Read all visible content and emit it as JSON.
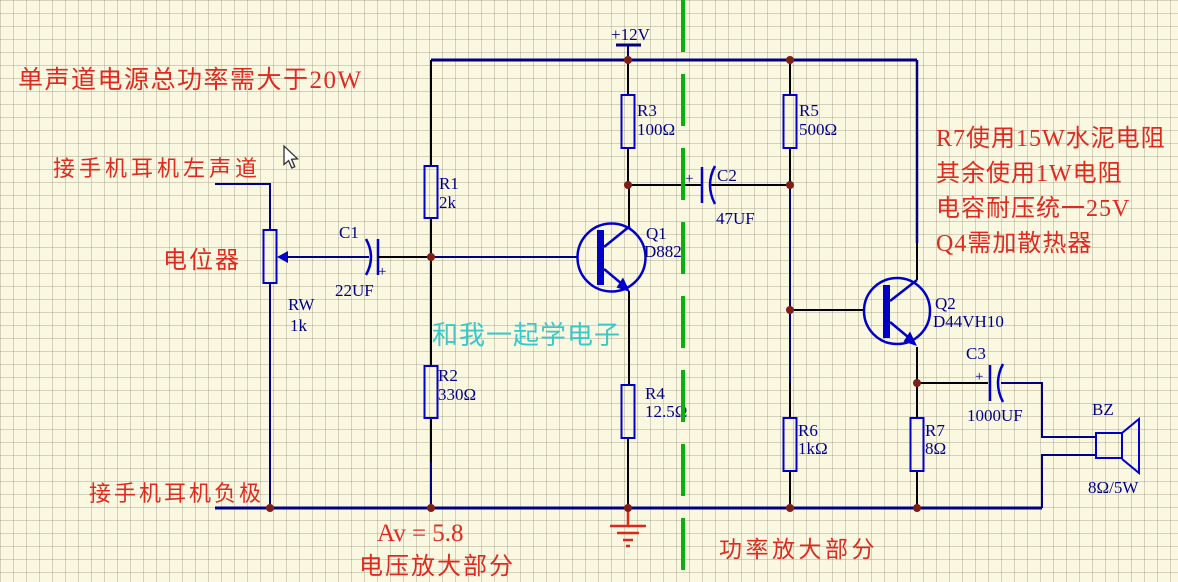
{
  "colors": {
    "background": "#FBF8E2",
    "grid_line": "#CFC9B4",
    "wire_navy": "#000082",
    "wire_black": "#000000",
    "symbol_blue": "#0000C8",
    "label_navy": "#00008B",
    "junction_dot": "#7E1E16",
    "annotation_red": "#DF2B1E",
    "ground_red": "#D8291B",
    "divider_green": "#0CB00C",
    "watermark_cyan": "#3AC8C8"
  },
  "power": {
    "flag": "+12V"
  },
  "annotations": {
    "top_note": "单声道电源总功率需大于20W",
    "left_input": "接手机耳机左声道",
    "pot_name": "电位器",
    "neg_rail": "接手机耳机负极",
    "gain": "Av = 5.8",
    "voltage_stage": "电压放大部分",
    "power_stage": "功率放大部分",
    "watermark": "和我一起学电子",
    "notes_right": [
      "R7使用15W水泥电阻",
      "其余使用1W电阻",
      "电容耐压统一25V",
      "Q4需加散热器"
    ]
  },
  "components": {
    "RW": {
      "ref": "RW",
      "value": "1k"
    },
    "R1": {
      "ref": "R1",
      "value": "2k"
    },
    "R2": {
      "ref": "R2",
      "value": "330Ω"
    },
    "R3": {
      "ref": "R3",
      "value": "100Ω"
    },
    "R4": {
      "ref": "R4",
      "value": "12.5Ω"
    },
    "R5": {
      "ref": "R5",
      "value": "500Ω"
    },
    "R6": {
      "ref": "R6",
      "value": "1kΩ"
    },
    "R7": {
      "ref": "R7",
      "value": "8Ω"
    },
    "C1": {
      "ref": "C1",
      "value": "22UF",
      "polarity": "+"
    },
    "C2": {
      "ref": "C2",
      "value": "47UF",
      "polarity": "+"
    },
    "C3": {
      "ref": "C3",
      "value": "1000UF",
      "polarity": "+"
    },
    "Q1": {
      "ref": "Q1",
      "value": "D882"
    },
    "Q2": {
      "ref": "Q2",
      "value": "D44VH10"
    },
    "BZ": {
      "ref": "BZ",
      "value": "8Ω/5W"
    }
  }
}
